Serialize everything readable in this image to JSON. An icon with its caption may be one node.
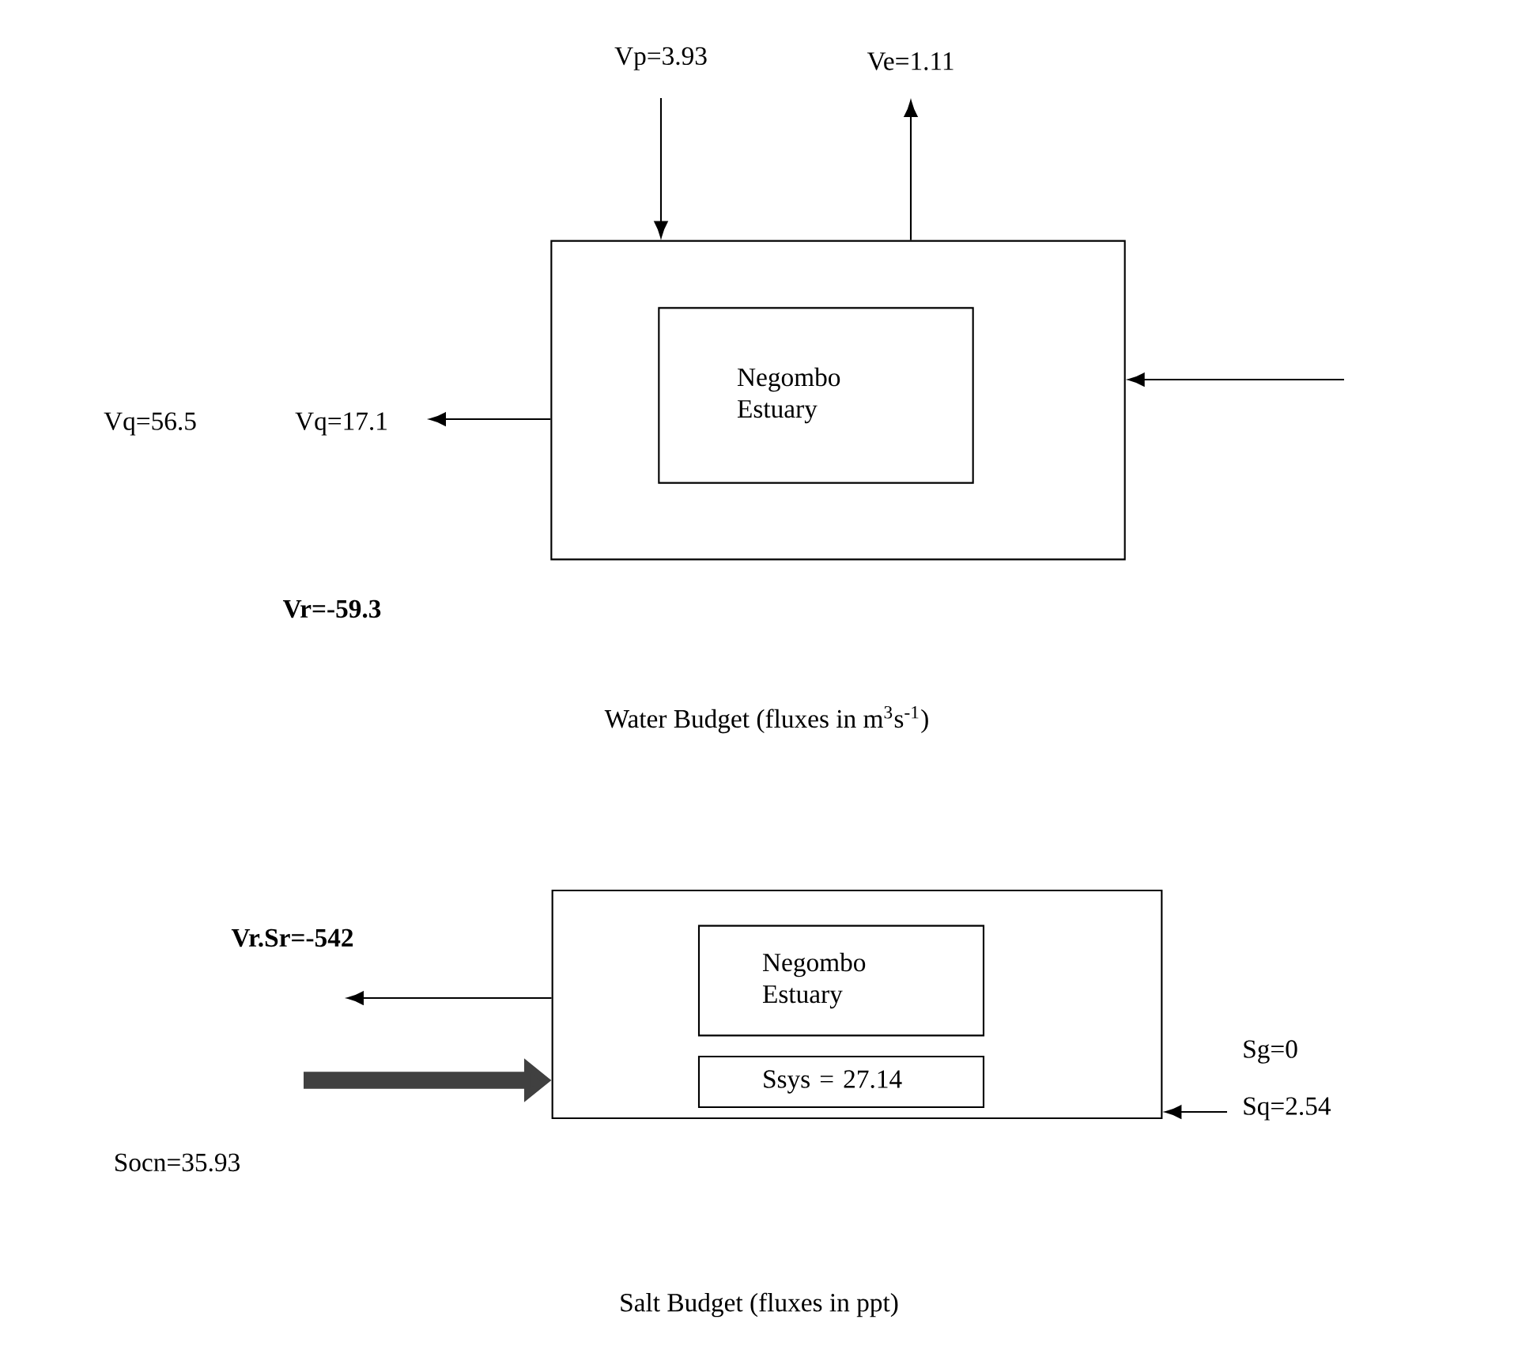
{
  "diagram": {
    "nodes": [
      {
        "text": [],
        "shape": "box"
      },
      {
        "text": [
          "Negombo Estuary"
        ],
        "in": 0
      },
      {
        "text": [],
        "shape": "box"
      },
      {
        "text": [
          "Negombo Estuary"
        ],
        "in": 2
      },
      {
        "text": [
          "Ssys = 27.14"
        ],
        "in": 2
      }
    ],
    "edges": [
      {
        "from": null,
        "to": 0,
        "arrow": "to",
        "label": "Vp=3.93"
      },
      {
        "from": 0,
        "to": null,
        "arrow": "to",
        "label": "Ve=1.11"
      },
      {
        "from": 0,
        "to": null,
        "arrow": "to"
      },
      {
        "from": null,
        "to": 0,
        "arrow": "to"
      },
      {
        "from": 2,
        "to": null,
        "arrow": "to"
      },
      {
        "from": null,
        "to": 2,
        "arrow": "to",
        "style": "thick",
        "color": "#404040"
      },
      {
        "from": null,
        "to": 2,
        "arrow": "to"
      }
    ],
    "labels": [
      "Vq=56.5",
      "Vq=17.1",
      "**Vr=-59.3**",
      "Water Budget (fluxes in m$^{3}$s$^{-1}$)",
      "**Vr.Sr=-542**",
      "Sg=0",
      "Sq=2.54",
      "Socn=35.93",
      "Salt Budget (fluxes in ppt)"
    ]
  }
}
